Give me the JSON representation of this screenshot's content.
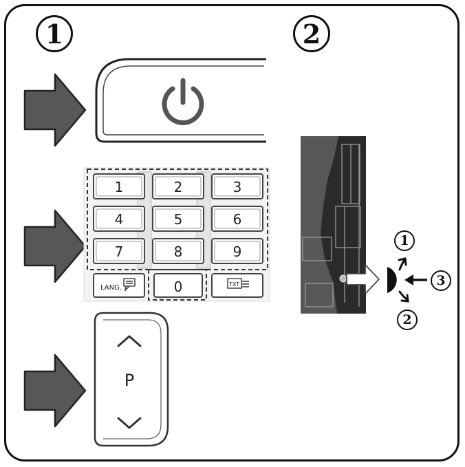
{
  "section_labels": {
    "remote": "1",
    "tv": "2"
  },
  "numpad": {
    "keys": [
      "1",
      "2",
      "3",
      "4",
      "5",
      "6",
      "7",
      "8",
      "9"
    ],
    "zero": "0",
    "lang_label": "LANG.",
    "txt_label": "TXT"
  },
  "program_button": {
    "label": "P"
  },
  "tv_control_labels": {
    "up": "1",
    "down": "2",
    "press": "3"
  },
  "colors": {
    "arrow": "#575757",
    "outline": "#111111",
    "tv_body": "#2a2a2a"
  },
  "icons": [
    "power-icon",
    "chevron-up-icon",
    "chevron-down-icon",
    "lang-speech-icon",
    "txt-icon"
  ]
}
